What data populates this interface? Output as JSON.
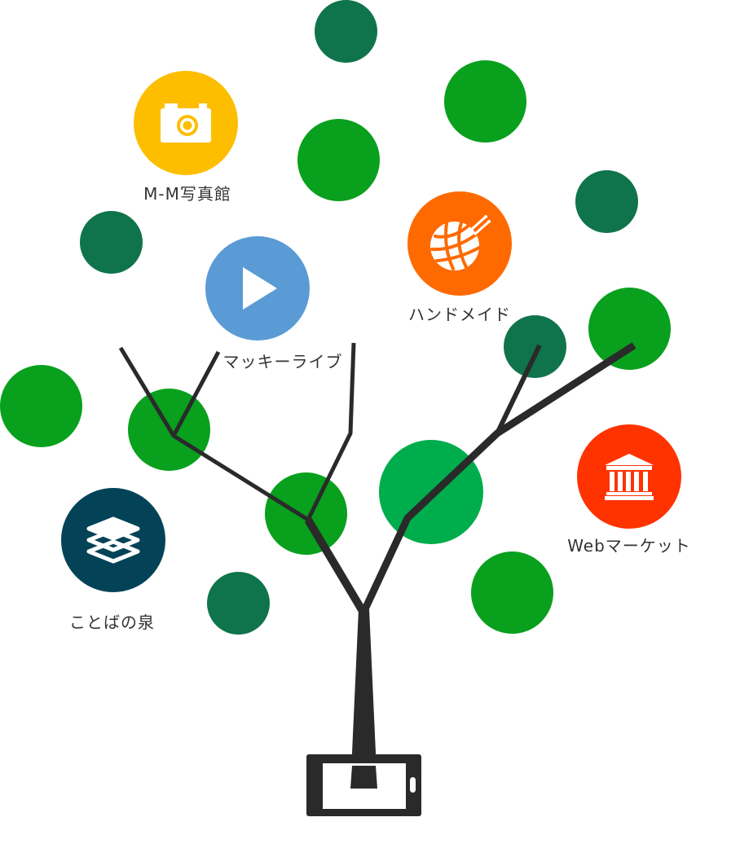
{
  "colors": {
    "branch": "#2a2a2a",
    "dark_green": "#0f744b",
    "green": "#08a01d",
    "bright_green": "#00ad4c",
    "camera": "#fdbe00",
    "play": "#5b9bd5",
    "yarn": "#ff6a00",
    "market": "#ff3300",
    "books": "#044357",
    "icon_fg": "#ffffff"
  },
  "nodes": [
    {
      "id": "photo",
      "label": "M-M写真館",
      "icon": "camera-icon",
      "color_key": "camera"
    },
    {
      "id": "live",
      "label": "マッキーライブ",
      "icon": "play-icon",
      "color_key": "play"
    },
    {
      "id": "handmade",
      "label": "ハンドメイド",
      "icon": "yarn-ball-icon",
      "color_key": "yarn"
    },
    {
      "id": "market",
      "label": "Webマーケット",
      "icon": "bank-building-icon",
      "color_key": "market"
    },
    {
      "id": "words",
      "label": "ことばの泉",
      "icon": "book-stack-icon",
      "color_key": "books"
    }
  ],
  "device": {
    "icon": "smartphone-icon"
  }
}
